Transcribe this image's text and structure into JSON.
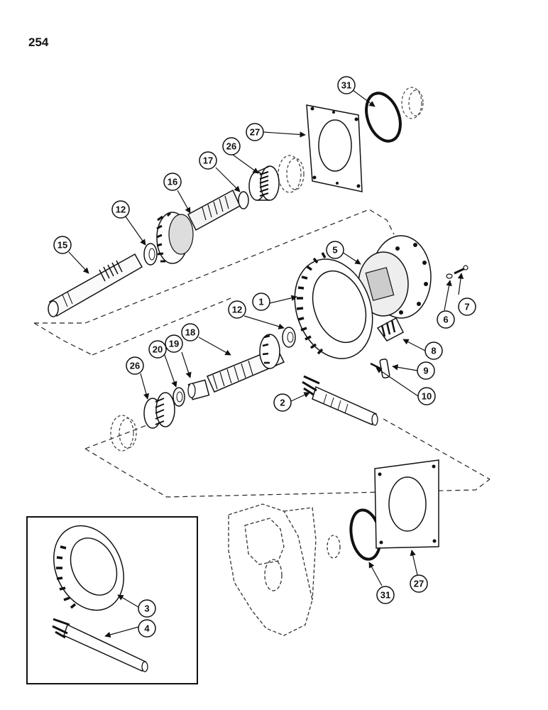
{
  "page_number": "254",
  "callouts": {
    "c1": "1",
    "c2": "2",
    "c3": "3",
    "c4": "4",
    "c5": "5",
    "c6": "6",
    "c7": "7",
    "c8": "8",
    "c9": "9",
    "c10": "10",
    "c12a": "12",
    "c12b": "12",
    "c15": "15",
    "c16": "16",
    "c17": "17",
    "c18": "18",
    "c19": "19",
    "c20": "20",
    "c26a": "26",
    "c26b": "26",
    "c27a": "27",
    "c27b": "27",
    "c31a": "31",
    "c31b": "31"
  }
}
